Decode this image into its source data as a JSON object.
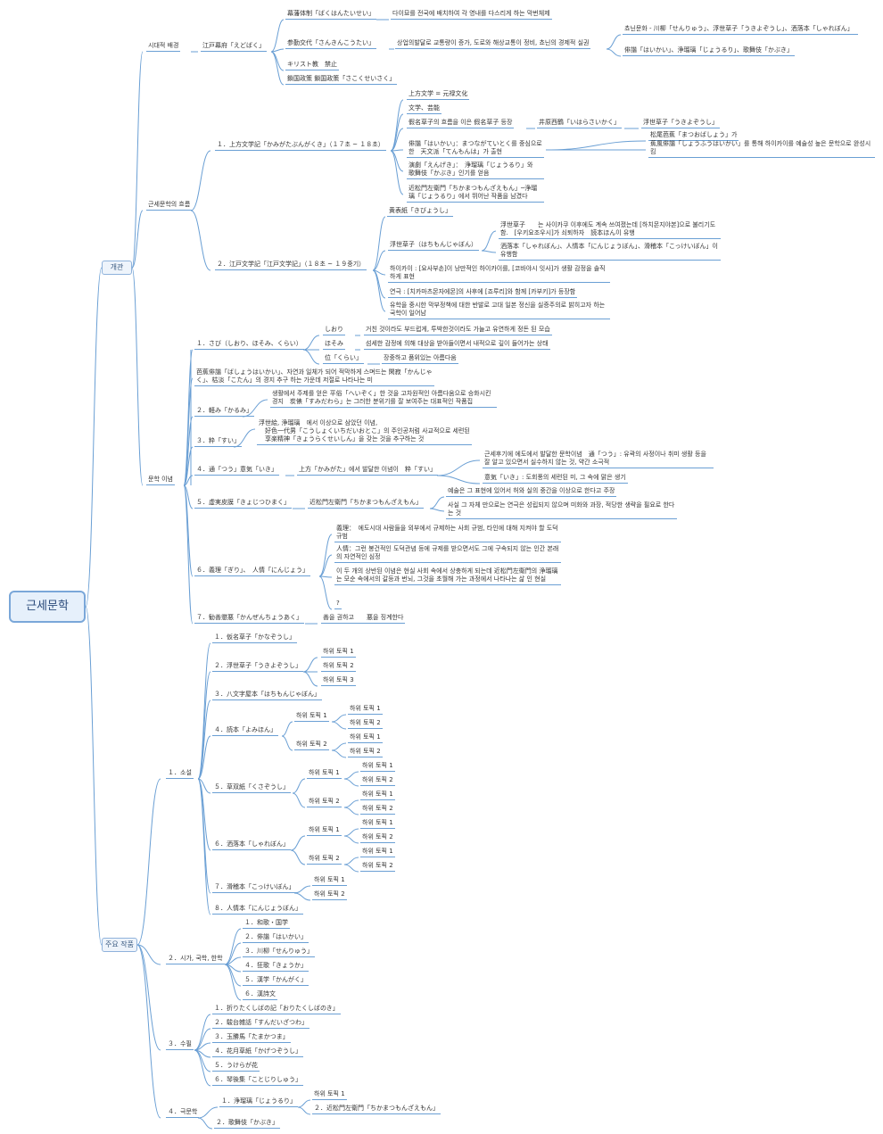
{
  "root": {
    "label": "근세문학"
  },
  "main": [
    {
      "label": "개관"
    },
    {
      "label": "주요 작품"
    }
  ],
  "nodes": [
    {
      "id": "bg",
      "text": "시대적 배경"
    },
    {
      "id": "edo",
      "text": "江戸幕府「えどばく」"
    },
    {
      "id": "bakuhan",
      "text": "幕藩体制「ばくはんたいせい」"
    },
    {
      "id": "bakuhan_d",
      "text": "다이묘를 전국에 배치하여 각 영내를 다스리게 하는 막번체제"
    },
    {
      "id": "sankin",
      "text": "参勤交代「さんきんこうたい」"
    },
    {
      "id": "sankin_d",
      "text": "상업의발달로 교통량이 증가, 도로와 해상교통이 정비, 쵸닌의 경제적 실권"
    },
    {
      "id": "chonin",
      "text": "쵸닌문화 - 川柳「せんりゅう」、浮世草子「うきよぞうし」、洒落本「しゃれぼん」"
    },
    {
      "id": "haikai1",
      "text": "俳諧「はいかい」、浄瑠璃「じょうるり」、歌舞伎「かぶき」"
    },
    {
      "id": "kirisuto",
      "text": "キリスト教　禁止"
    },
    {
      "id": "sakoku",
      "text": "鎖国政策 鎖国政策「さこくせいさく」"
    },
    {
      "id": "flow",
      "text": "근세문학의 흐름"
    },
    {
      "id": "kamigata",
      "text": "１．上方文学記「かみがたぶんがくき」（１７초 ~ １８초）"
    },
    {
      "id": "k1",
      "text": "上方文学 = 元禄文化"
    },
    {
      "id": "k2",
      "text": "文学、芸能"
    },
    {
      "id": "k3",
      "text": "假名草子의 흐름을 이은 假名草子 등장"
    },
    {
      "id": "k3a",
      "text": "井原西鶴「いはらさいかく」"
    },
    {
      "id": "k3b",
      "text": "浮世草子「うきよぞうし」"
    },
    {
      "id": "k4",
      "text": "俳諧「はいかい」：まつながていとく를 중심으로 한　天文派「てんもんは」가 출현"
    },
    {
      "id": "k4a",
      "text": "松尾芭蕉「まつおばしょう」가"
    },
    {
      "id": "k4b",
      "text": "蕉風俳諧「しょうふうはいかい」를 통해 하이카이를 예술성 높은 문학으로 완성시킴"
    },
    {
      "id": "k5",
      "text": "演劇「えんげき」：　浄瑠璃「じょうるり」와　歌舞伎「かぶき」인기를 얻음"
    },
    {
      "id": "k6",
      "text": "近松門左衛門「ちかまつもんざえもん」─浄瑠璃「じょうるり」에서 뛰어난 작품을 남겼다"
    },
    {
      "id": "edobun",
      "text": "２．江戸文学記「江戸文学記」（１８초 ~ １９중기）"
    },
    {
      "id": "e1",
      "text": "黄表紙「きびょうし」"
    },
    {
      "id": "e2",
      "text": "浮世草子（はちもんじゃぼん）"
    },
    {
      "id": "e2a",
      "text": "浮世草子　　는 사이카쿠 이후에도 계속 쓰여졌는데 [하치몬지야본]으로 불리기도 함.　[우키요조우시]가 쇠퇴하자　読本ほん이 유행"
    },
    {
      "id": "e2b",
      "text": "洒落本「しゃれぼん」、人情本「にんじょうぼん」、滑稽本「こっけいぼん」이 유행함"
    },
    {
      "id": "e3",
      "text": "하이카이 : [요사부손]이 낭만적인 하이카이를, [코바야시 잇사]가 생활 감정을 솔직하게 표현"
    },
    {
      "id": "e4",
      "text": "연극 : [치카마츠몬자에몬]의 사후에 [죠루리]와 함께 [카부키]가 등장함"
    },
    {
      "id": "e5",
      "text": "유학을 중시한 막부정책에 대한 반발로 고대 일본 정신을 실증주의로 밝히고자 하는 국학이 일어남"
    },
    {
      "id": "idea",
      "text": "문학 이념"
    },
    {
      "id": "sabi",
      "text": "１．さび（しおり、ほそみ、くらい）"
    },
    {
      "id": "shiori",
      "text": "しおり"
    },
    {
      "id": "shiori_d",
      "text": "거친 것이라도 부드럽게, 투박한것이라도 가늘고 유연하게 정돈 된 모습"
    },
    {
      "id": "hosomi",
      "text": "ほそみ"
    },
    {
      "id": "hosomi_d",
      "text": "섬세한 감정에 의해 대상을 받아들이면서 내적으로 깊이 들어가는 상태"
    },
    {
      "id": "kurai",
      "text": "位「くらい」"
    },
    {
      "id": "kurai_d",
      "text": "장중하고 품위있는 아름다움"
    },
    {
      "id": "basho_d",
      "text": "芭蕉俳諧「ばしょうはいかい」、자연과 일체가 되어 적막하게 스며드는 閑寂「かんじゃく」、枯淡「こたん」의 경지 추구 하는 가운데 저절로 나타나는 미"
    },
    {
      "id": "karumi",
      "text": "２．軽み「かるみ」"
    },
    {
      "id": "karumi_d",
      "text": "생활에서 주제를 얻은 平俗「へいぞく」한 것을 고차원적인 아름다움으로 승화시킨 경지　炭俵「すみだわら」는 그러한 분위기를 잘 보여주는 대표적인 작품집"
    },
    {
      "id": "sui",
      "text": "３．粋「すい」"
    },
    {
      "id": "sui_d",
      "text": "浮世絵, 浄瑠璃　에서 이상으로 삼았던 이념,\n　好色一代男「こうしょくいちだいおとこ」의 주인공처럼 사교적으로 세련된\n　享楽精神「きょうらくせいしん」을 갖는 것을 추구하는 것"
    },
    {
      "id": "tsu",
      "text": "４．通「つう」意気「いき」"
    },
    {
      "id": "tsu_m",
      "text": "上方「かみがた」에서 발달한 이념이　粋「すい」"
    },
    {
      "id": "tsu_a",
      "text": "근세후기에 에도에서 발달한 문학이념　通「つう」: 유곽의 사정이나 취미 생활 등을 잘 알고 있으면서 실수하지 않는 것, 약간 소극적"
    },
    {
      "id": "tsu_b",
      "text": "意気「いき」: 도회풍의 세련된 미, 그 속에 맑은 생기"
    },
    {
      "id": "kyojitsu",
      "text": "５．虚実皮膜「きょじつひまく」"
    },
    {
      "id": "kyojitsu_m",
      "text": "近松門左衛門「ちかまつもんざえもん」"
    },
    {
      "id": "kyojitsu_a",
      "text": "예술은 그 표현에 있어서 허와 실의 중간을 이상으로 한다고 주장"
    },
    {
      "id": "kyojitsu_b",
      "text": "사실 그 자체 만으로는 연극은 성립되지 않으며 미화와 과장, 적당한 생략을 필요로 한다는 것"
    },
    {
      "id": "giri",
      "text": "６．義理「ぎり」、　人情「にんじょう」"
    },
    {
      "id": "giri_a",
      "text": "義理：　에도시대 사람들을 외부에서 규제하는 사회 규범, 타인에 대해 지켜야 할 도덕 규범"
    },
    {
      "id": "giri_b",
      "text": "人情：그런 봉건적인 도덕관념 등에 규제를 받으면서도 그에 구속되지 않는 인간 본래의 자연적인 심정"
    },
    {
      "id": "giri_c",
      "text": "이 두 개의 상반된 이념은 현실 사회 속에서 상충하게 되는데 近松門左衛門의 浄瑠璃는 모순 속에서의 갈등과 번뇌, 그것을 초월해 가는 과정에서 나타나는 삶 인 현실"
    },
    {
      "id": "giri_d",
      "text": "?"
    },
    {
      "id": "kanzen",
      "text": "７．勧善懲悪「かんぜんちょうあく」"
    },
    {
      "id": "kanzen_d",
      "text": "善을 권하고　　悪을 징계한다"
    },
    {
      "id": "novel",
      "text": "１．소설"
    },
    {
      "id": "n1",
      "text": "１．仮名草子「かなぞうし」"
    },
    {
      "id": "n2",
      "text": "２．浮世草子「うきよぞうし」"
    },
    {
      "id": "n3",
      "text": "３．八文字屋本「はちもんじゃぼん」"
    },
    {
      "id": "n4",
      "text": "４．読本「よみほん」"
    },
    {
      "id": "n5",
      "text": "５．草双紙「くさぞうし」"
    },
    {
      "id": "n6",
      "text": "６．洒落本「しゃれぼん」"
    },
    {
      "id": "n7",
      "text": "７．滑稽本「こっけいぼん」"
    },
    {
      "id": "n8",
      "text": "８．人情本「にんじょうぼん」"
    },
    {
      "id": "sub1",
      "text": "하위 토픽 1"
    },
    {
      "id": "sub2",
      "text": "하위 토픽 2"
    },
    {
      "id": "sub3",
      "text": "하위 토픽 3"
    },
    {
      "id": "poetry",
      "text": "２．시가, 국학, 한학"
    },
    {
      "id": "p1",
      "text": "１．和歌・国学"
    },
    {
      "id": "p2",
      "text": "２．俳諧「はいかい」"
    },
    {
      "id": "p3",
      "text": "３．川柳「せんりゅう」"
    },
    {
      "id": "p4",
      "text": "４．狂歌「きょうか」"
    },
    {
      "id": "p5",
      "text": "５．漢学「かんがく」"
    },
    {
      "id": "p6",
      "text": "６．漢詩文"
    },
    {
      "id": "essay",
      "text": "３．수필"
    },
    {
      "id": "s1",
      "text": "１．折りたくしばの記「おりたくしばのき」"
    },
    {
      "id": "s2",
      "text": "２．駿台雑話「すんだいざつわ」"
    },
    {
      "id": "s3",
      "text": "３．玉勝馬「たまかつま」"
    },
    {
      "id": "s4",
      "text": "４．花月草紙「かげつぞうし」"
    },
    {
      "id": "s5",
      "text": "５．うけらが花"
    },
    {
      "id": "s6",
      "text": "６．琴後集「ことじりしゅう」"
    },
    {
      "id": "drama",
      "text": "４．극문학"
    },
    {
      "id": "d1",
      "text": "１．浄瑠璃「じょうるり」"
    },
    {
      "id": "d1a",
      "text": "하위 토픽 1"
    },
    {
      "id": "d1b",
      "text": "２．近松門左衛門「ちかまつもんざえもん」"
    },
    {
      "id": "d2",
      "text": "２．歌舞伎「かぶき」"
    }
  ],
  "style": {
    "line_color": "#6a9fd4",
    "root_bg": "#e6f0fb",
    "root_border": "#7aa7d9"
  }
}
